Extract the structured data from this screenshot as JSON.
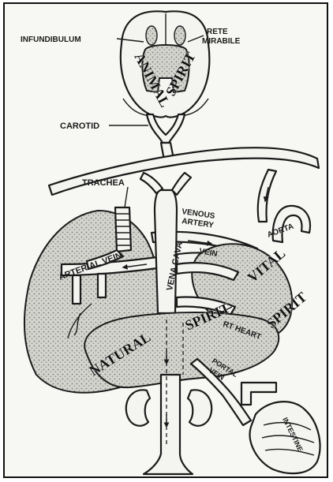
{
  "labels": {
    "infundibulum": "INFUNDIBULUM",
    "rete_1": "RETE",
    "rete_2": "MIRABILE",
    "animal": "ANIMAL",
    "spirit_top": "SPIRIT",
    "carotid": "CAROTID",
    "trachea": "TRACHEA",
    "venous_1": "VENOUS",
    "venous_2": "ARTERY",
    "aorta": "AORTA",
    "vein": "VEIN",
    "arterial_vein": "ARTERIAL VEIN",
    "vena_cava": "VENA CAVA",
    "vital": "VITAL",
    "spirit_vital": "SPIRIT",
    "rt_heart": "RT HEART",
    "natural": "NATURAL",
    "spirit_natural": "SPIRIT",
    "portal_1": "PORTAL",
    "portal_2": "VEIN",
    "intestine": "INTESTINE"
  },
  "colors": {
    "ink": "#1b1b1b",
    "paper": "#f7f7f4"
  }
}
